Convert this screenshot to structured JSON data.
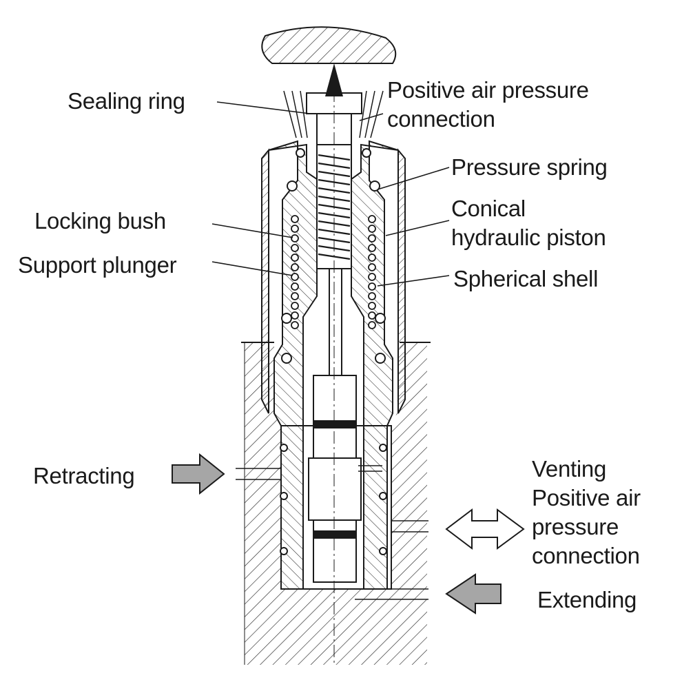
{
  "labels": {
    "sealing_ring": "Sealing ring",
    "positive_air_pressure_connection_top": [
      "Positive air pressure",
      "connection"
    ],
    "pressure_spring": "Pressure spring",
    "conical_hydraulic_piston": [
      "Conical",
      "hydraulic piston"
    ],
    "locking_bush": "Locking bush",
    "support_plunger": "Support plunger",
    "spherical_shell": "Spherical shell",
    "retracting": "Retracting",
    "venting_positive_air": [
      "Venting",
      "Positive air",
      "pressure",
      "connection"
    ],
    "extending": "Extending"
  },
  "colors": {
    "line": "#1a1a1a",
    "arrow_fill": "#a6a6a6",
    "hatch": "#2a2a2a",
    "background": "#ffffff"
  }
}
